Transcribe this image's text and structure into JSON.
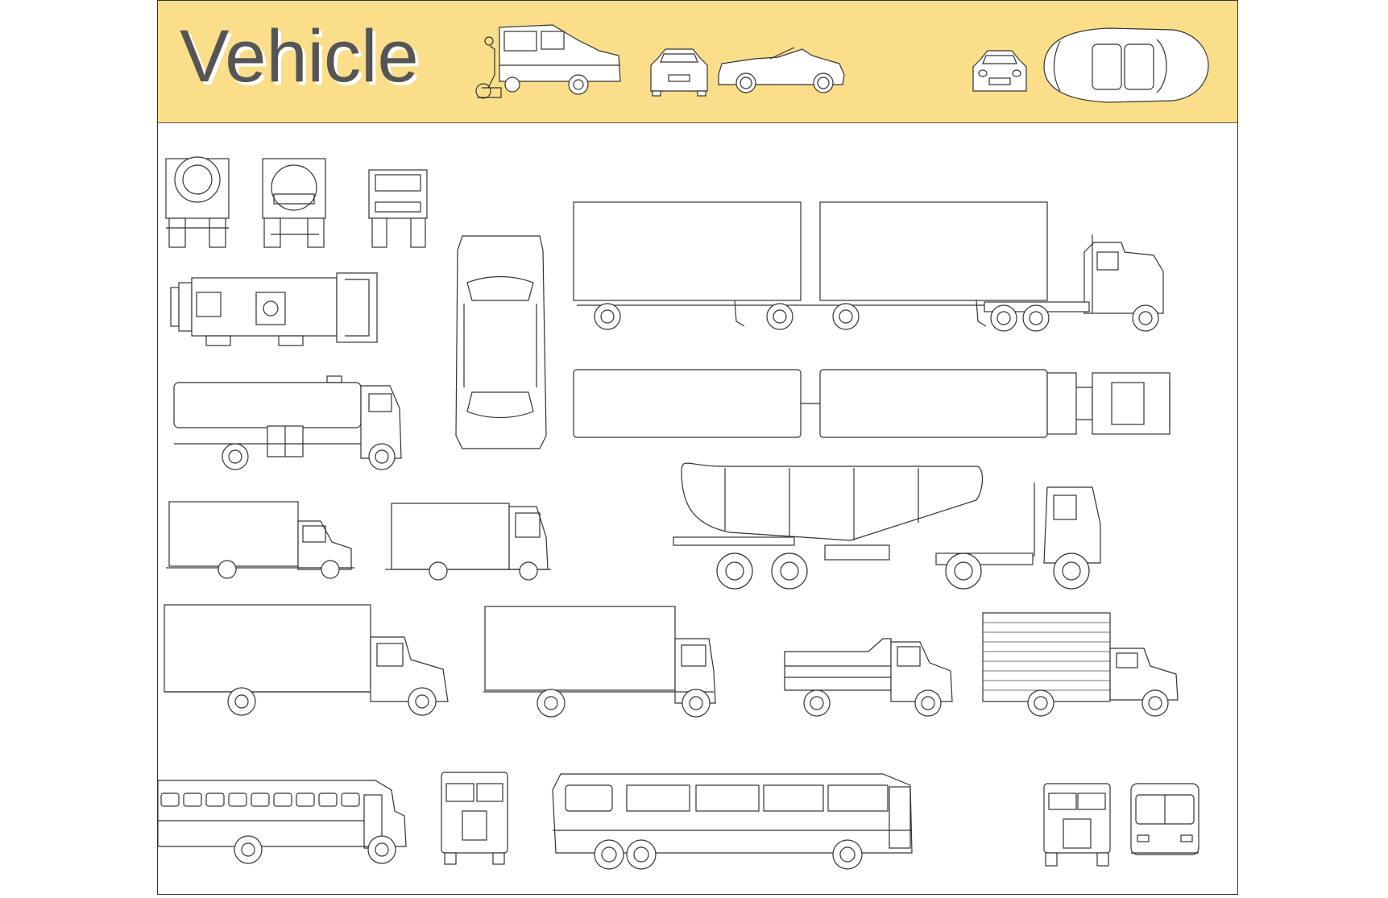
{
  "title": "Vehicle",
  "colors": {
    "banner": "#fbde8a",
    "line": "#333333",
    "title_text": "#555555",
    "paper": "#ffffff"
  },
  "drawings": [
    "van-with-wheelchair-lift-side",
    "sports-car-front",
    "convertible-side",
    "sports-car-front-2",
    "convertible-top",
    "tanker-truck-rear",
    "tanker-truck-rear-2",
    "tanker-truck-front",
    "tanker-truck-top",
    "tanker-truck-side",
    "sedan-top",
    "double-trailer-truck-side",
    "double-trailer-truck-top",
    "panel-truck-side",
    "step-van-side",
    "bulk-tanker-semi-side",
    "box-truck-side",
    "box-truck-side-2",
    "dump-truck-side",
    "moving-truck-side",
    "school-bus-side",
    "school-bus-front",
    "coach-bus-side",
    "school-bus-front-2",
    "bus-rear"
  ]
}
